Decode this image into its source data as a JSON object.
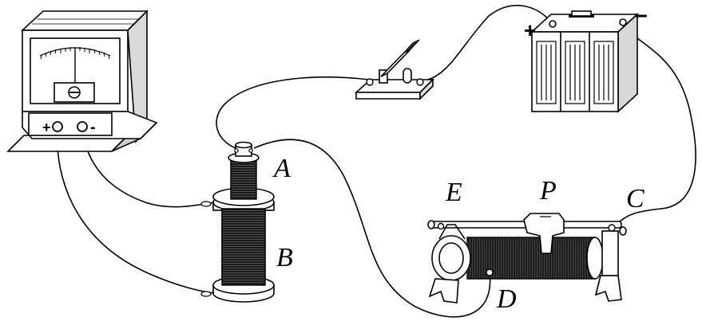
{
  "labels": {
    "coil_inner": "A",
    "coil_outer": "B",
    "rheostat_right": "C",
    "rheostat_bottom": "D",
    "rheostat_left": "E",
    "slider": "P"
  },
  "meter": {
    "plus_terminal": "+",
    "minus_terminal": "-"
  },
  "battery": {
    "plus_sign": "+",
    "minus_sign": "–"
  }
}
